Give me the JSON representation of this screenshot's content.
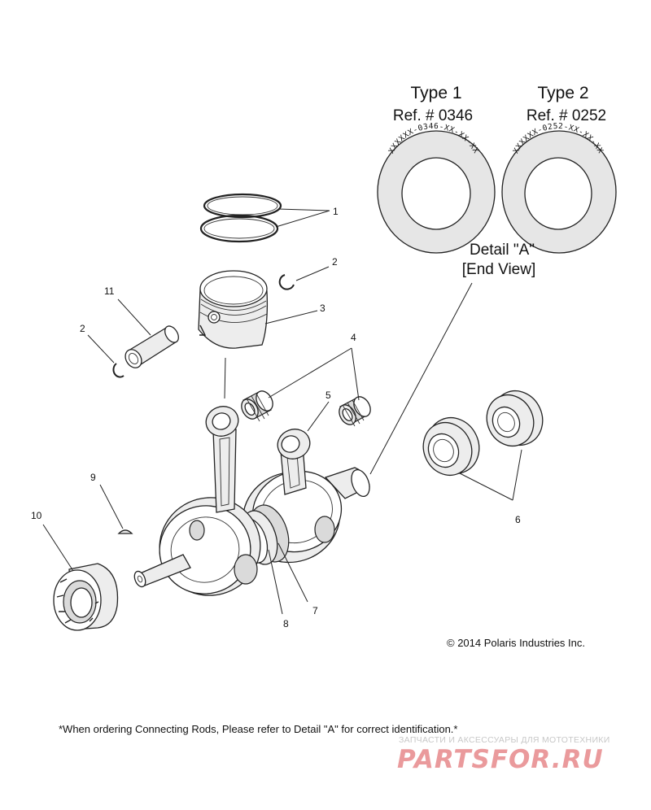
{
  "detail": {
    "type1_title": "Type 1",
    "type1_ref": "Ref. # 0346",
    "type1_ring_text": "XXXXXX-0346-XX-XX-XX",
    "type2_title": "Type 2",
    "type2_ref": "Ref. # 0252",
    "type2_ring_text": "XXXXXX-0252-XX-XX-XX",
    "label_line1": "Detail \"A\"",
    "label_line2": "[End View]"
  },
  "callouts": [
    "1",
    "2",
    "3",
    "4",
    "5",
    "11",
    "2",
    "9",
    "10",
    "8",
    "7",
    "6"
  ],
  "copyright": "© 2014 Polaris Industries Inc.",
  "footnote": "*When ordering Connecting Rods, Please refer to Detail \"A\" for correct identification.*",
  "watermark": {
    "tagline": "ЗАПЧАСТИ И АКСЕССУАРЫ ДЛЯ МОТОТЕХНИКИ",
    "brand": "PARTSFOR.RU",
    "color": "#d9484d"
  }
}
